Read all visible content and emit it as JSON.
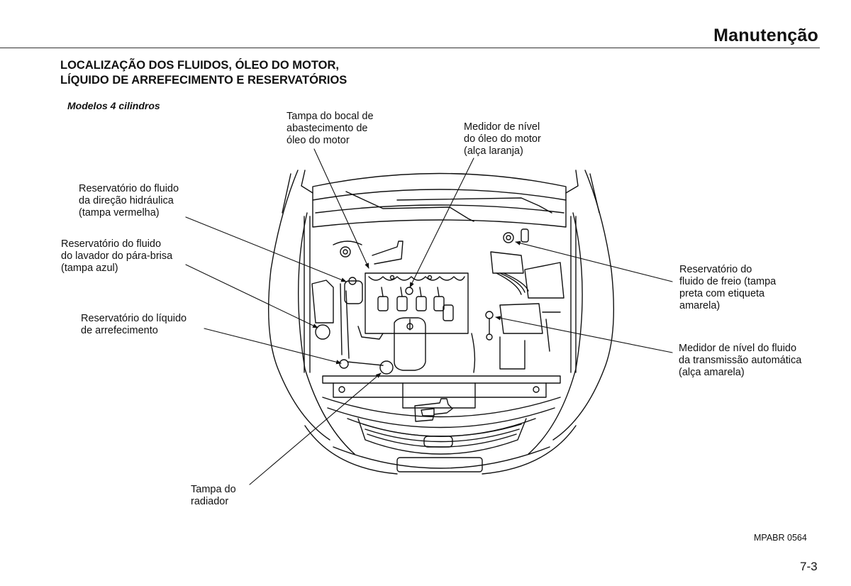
{
  "header": {
    "section_title": "Manutenção"
  },
  "heading": {
    "line1": "LOCALIZAÇÃO DOS FLUIDOS, ÓLEO DO MOTOR,",
    "line2": "LÍQUIDO DE ARREFECIMENTO E RESERVATÓRIOS"
  },
  "subheading": "Modelos 4 cilindros",
  "callouts": {
    "oil_filler_cap": [
      "Tampa do bocal de",
      "abastecimento de",
      "óleo do motor"
    ],
    "oil_dipstick": [
      "Medidor de nível",
      "do óleo do motor",
      "(alça laranja)"
    ],
    "power_steering_reservoir": [
      "Reservatório do fluido",
      "da direção hidráulica",
      "(tampa vermelha)"
    ],
    "washer_reservoir": [
      "Reservatório do fluido",
      "do lavador do pára-brisa",
      "(tampa azul)"
    ],
    "coolant_reservoir": [
      "Reservatório do líquido",
      "de arrefecimento"
    ],
    "brake_fluid_reservoir": [
      "Reservatório do",
      "fluido de freio (tampa",
      "preta com etiqueta",
      "amarela)"
    ],
    "atf_dipstick": [
      "Medidor de nível do fluido",
      "da transmissão automática",
      "(alça amarela)"
    ],
    "radiator_cap": [
      "Tampa do",
      "radiador"
    ]
  },
  "footer": {
    "figure_code": "MPABR 0564",
    "page_number": "7-3"
  }
}
